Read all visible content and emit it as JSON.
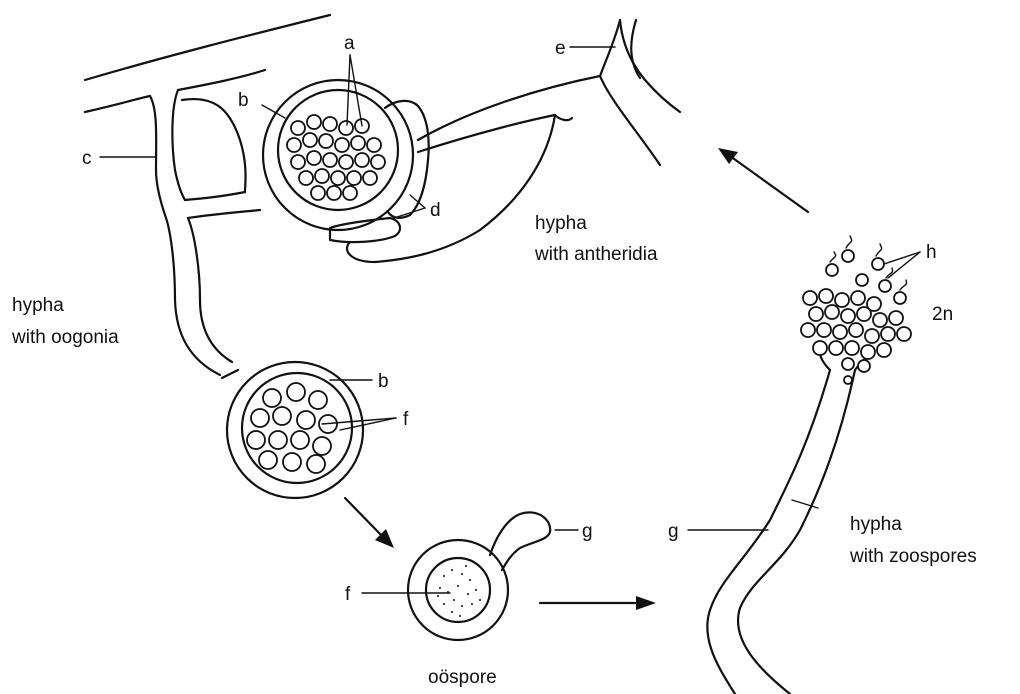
{
  "labels": {
    "a": "a",
    "b_top": "b",
    "b_bottom": "b",
    "c": "c",
    "d": "d",
    "e": "e",
    "f_oogonium": "f",
    "f_oospore": "f",
    "g_oospore": "g",
    "g_hypha": "g",
    "h": "h",
    "ploidy": "2n"
  },
  "captions": {
    "antheridia_line1": "hypha",
    "antheridia_line2": "with antheridia",
    "oogonia_line1": "hypha",
    "oogonia_line2": "with oogonia",
    "zoospores_line1": "hypha",
    "zoospores_line2": "with zoospores",
    "oospore": "oöspore"
  },
  "colors": {
    "ink": "#111111",
    "background": "#ffffff"
  }
}
